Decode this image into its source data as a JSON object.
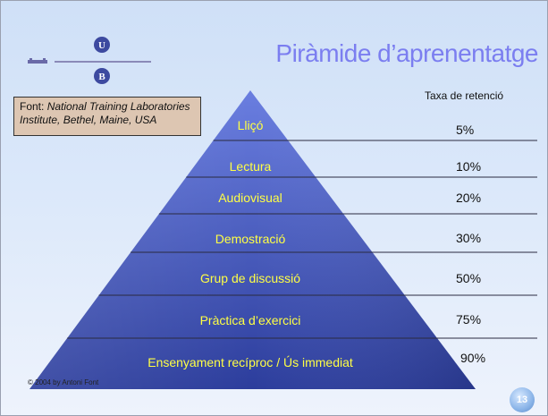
{
  "title": "Piràmide d’aprenentatge",
  "source": {
    "prefix": "Font: ",
    "text": "National Training Laboratories Institute, Bethel, Maine, USA"
  },
  "retention_header": "Taxa de retenció",
  "levels": [
    {
      "label": "Lliçó",
      "percent": "5%"
    },
    {
      "label": "Lectura",
      "percent": "10%"
    },
    {
      "label": "Audiovisual",
      "percent": "20%"
    },
    {
      "label": "Demostració",
      "percent": "30%"
    },
    {
      "label": "Grup de discussió",
      "percent": "50%"
    },
    {
      "label": "Pràctica d’exercici",
      "percent": "75%"
    },
    {
      "label": "Ensenyament recíproc / Ús immediat",
      "percent": "90%"
    }
  ],
  "copyright": "© 2004 by Antoni Font",
  "page_number": "13",
  "logo": {
    "letter_top": "U",
    "letter_bottom": "B"
  },
  "colors": {
    "pyramid_top": "#6a7ee0",
    "pyramid_bottom": "#2c3d9c",
    "label": "#ffff44",
    "title": "#7b7ef0",
    "source_box": "#ddc6b2"
  }
}
